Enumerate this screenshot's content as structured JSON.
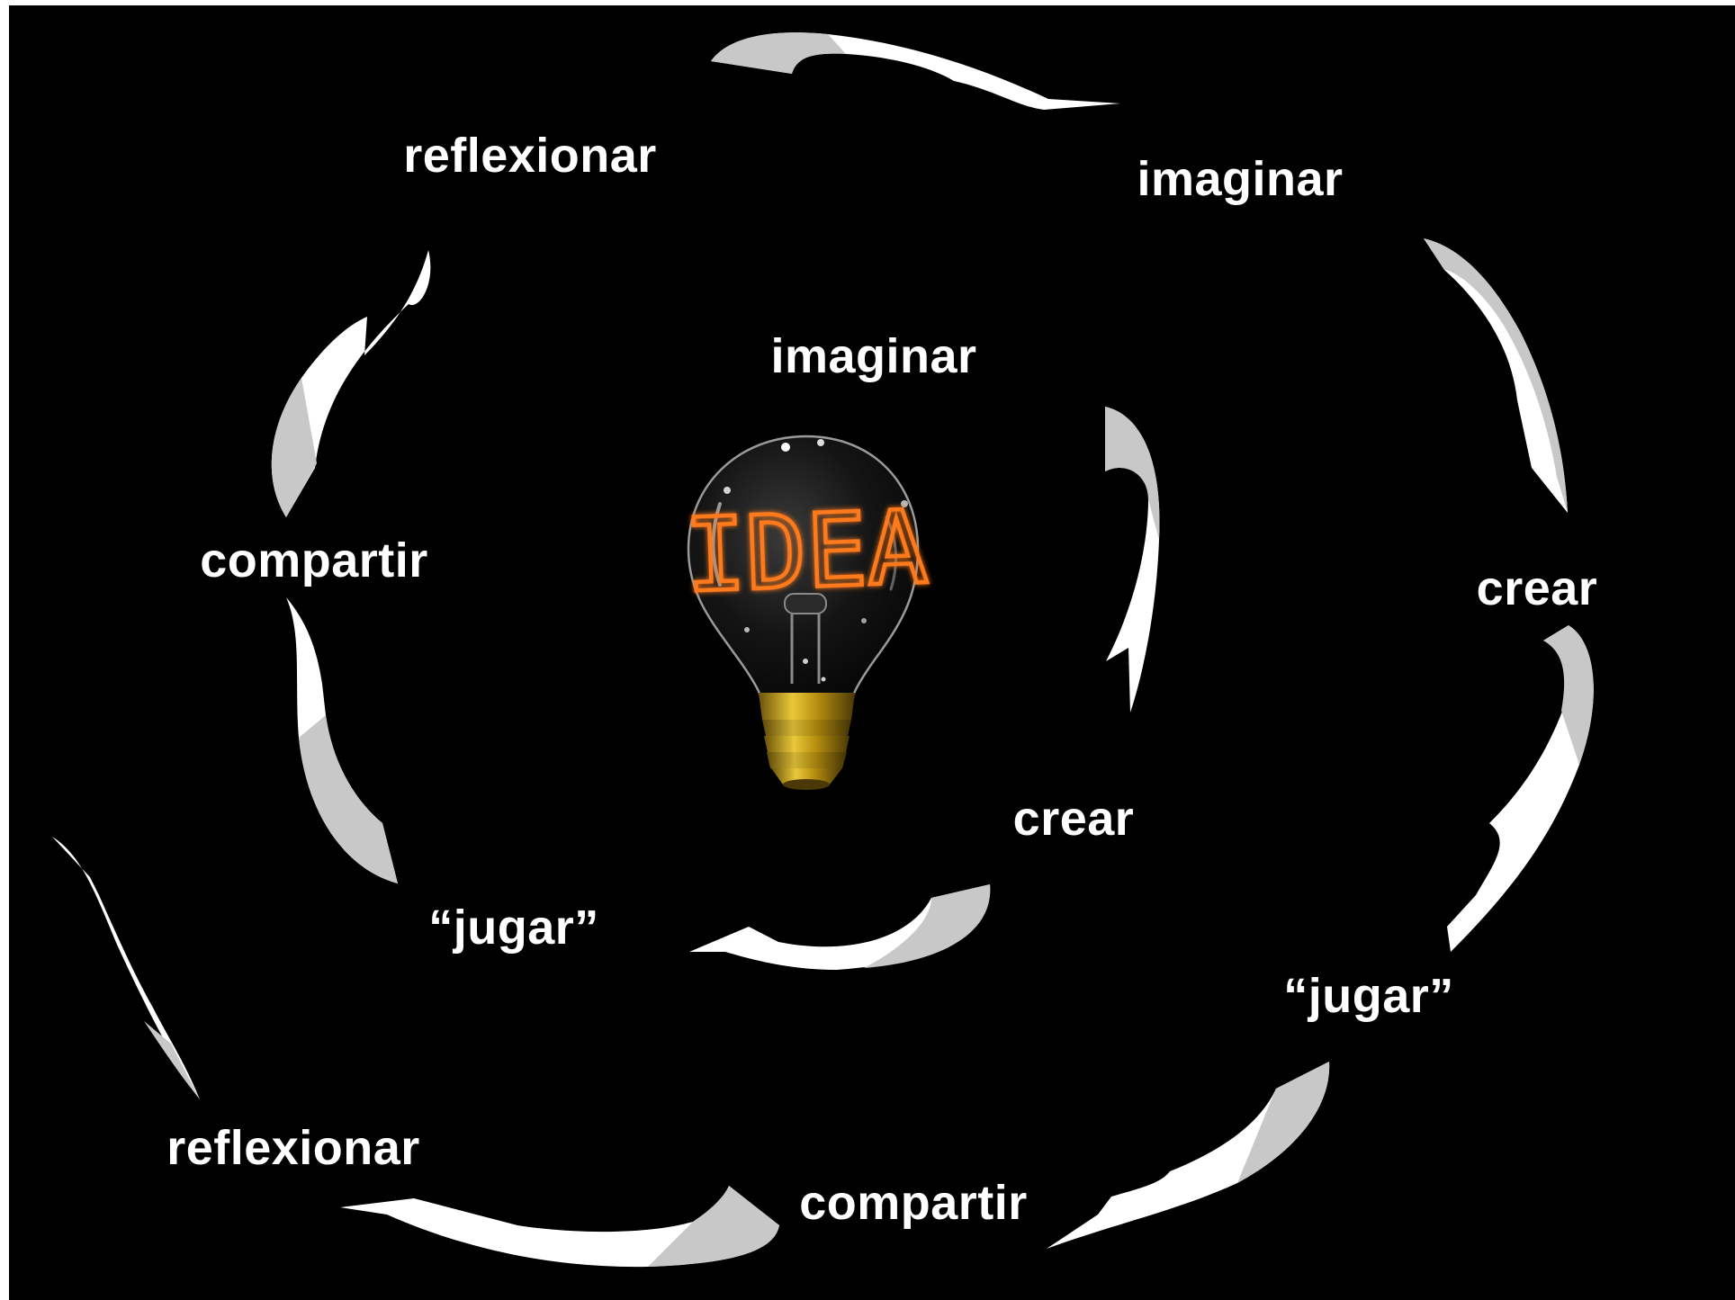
{
  "colors": {
    "background": "#000000",
    "text": "#ffffff",
    "arrow_light": "#ffffff",
    "arrow_shade": "#c8c8c8",
    "filament": "#ff7a1a",
    "bulb_base": "#c8a21a"
  },
  "bulb": {
    "text": "IDEA",
    "icon": "light-bulb-icon"
  },
  "inner_cycle": {
    "imaginar": "imaginar",
    "crear": "crear",
    "jugar": "“jugar”",
    "compartir": "compartir",
    "reflexionar": "reflexionar"
  },
  "outer_cycle": {
    "imaginar": "imaginar",
    "crear": "crear",
    "jugar": "“jugar”",
    "compartir": "compartir",
    "reflexionar": "reflexionar"
  }
}
